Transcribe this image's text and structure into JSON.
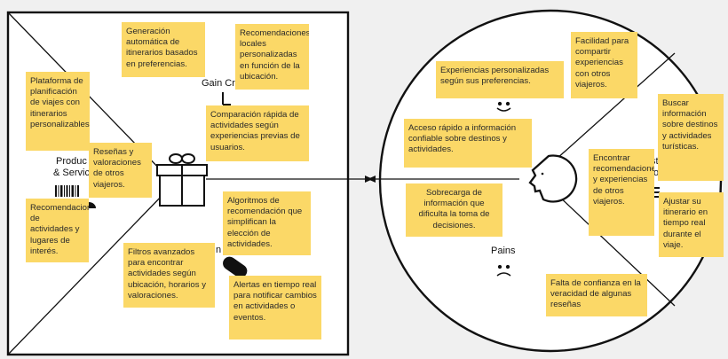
{
  "product_side": {
    "gain_creators_label": "Gain Cr",
    "products_services_label_line1": "Produc",
    "products_services_label_line2": "& Servic",
    "pain_relievers_label": "n",
    "notes": [
      {
        "id": "platform",
        "text": "Plataforma de planificación de viajes con itinerarios personalizables."
      },
      {
        "id": "reviews",
        "text": "Reseñas y valoraciones de otros viajeros."
      },
      {
        "id": "recommendations",
        "text": "Recomendaciones de actividades y lugares de interés."
      },
      {
        "id": "auto-itinerary",
        "text": "Generación automática de itinerarios basados en preferencias."
      },
      {
        "id": "local-recs",
        "text": "Recomendaciones locales personalizadas en función de la ubicación."
      },
      {
        "id": "quick-compare",
        "text": "Comparación rápida de actividades según experiencias previas de usuarios."
      },
      {
        "id": "algorithms",
        "text": "Algoritmos de recomendación que simplifican la elección de actividades."
      },
      {
        "id": "filters",
        "text": "Filtros avanzados para encontrar actividades según ubicación, horarios y valoraciones."
      },
      {
        "id": "alerts",
        "text": "Alertas en tiempo real para notificar cambios en actividades o eventos."
      }
    ]
  },
  "customer_side": {
    "pains_label": "Pains",
    "jobs_label_line1": "sto",
    "jobs_label_line2": "ob",
    "notes": [
      {
        "id": "personalized-exp",
        "text": "Experiencias personalizadas según sus preferencias."
      },
      {
        "id": "quick-access",
        "text": "Acceso rápido a información confiable sobre destinos y actividades."
      },
      {
        "id": "overload",
        "text": "Sobrecarga de información que dificulta la toma de decisiones."
      },
      {
        "id": "share",
        "text": "Facilidad para compartir experiencias con otros viajeros."
      },
      {
        "id": "search-info",
        "text": "Buscar información sobre destinos y actividades turísticas."
      },
      {
        "id": "find-recs",
        "text": "Encontrar recomendaciones y experiencias de otros viajeros."
      },
      {
        "id": "adjust",
        "text": "Ajustar su itinerario en tiempo real durante el viaje."
      },
      {
        "id": "trust",
        "text": "Falta de confianza en la veracidad de algunas reseñas"
      }
    ]
  },
  "colors": {
    "note": "#fbd867",
    "background": "#f0f0f0",
    "line": "#111111",
    "shape_fill": "#ffffff"
  },
  "icons": [
    "gift-icon",
    "smiley-icon",
    "frown-icon",
    "face-profile-icon",
    "barcode-icon",
    "pill-icon",
    "arrow-icon"
  ]
}
